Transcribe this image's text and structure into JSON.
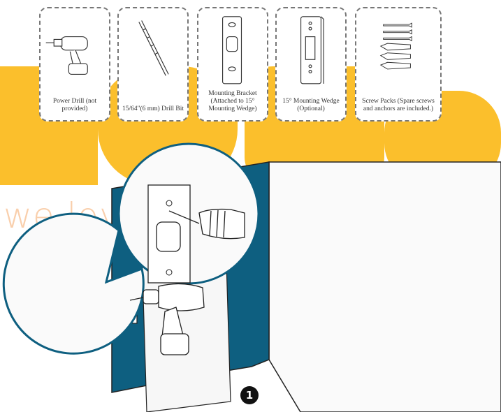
{
  "tools": [
    {
      "icon": "power-drill-icon",
      "label": "Power Drill (not provided)"
    },
    {
      "icon": "drill-bit-icon",
      "label": "15/64\"(6 mm) Drill Bit"
    },
    {
      "icon": "mounting-bracket-icon",
      "label": "Mounting Bracket (Attached to 15° Mounting Wedge)"
    },
    {
      "icon": "mounting-wedge-icon",
      "label": "15° Mounting Wedge (Optional)"
    },
    {
      "icon": "screw-packs-icon",
      "label": "Screw Packs (Spare screws and anchors are included.)"
    }
  ],
  "watermark": {
    "text": "we love smart",
    "color": "#fbbf2c"
  },
  "step": {
    "number": "1"
  },
  "colors": {
    "wall_accent": "#0e5f80",
    "outline": "#222222"
  }
}
